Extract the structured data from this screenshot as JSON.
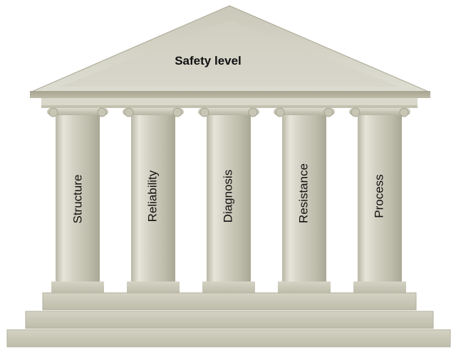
{
  "roof": {
    "title": "Safety level"
  },
  "pillars": [
    {
      "label": "Structure"
    },
    {
      "label": "Reliability"
    },
    {
      "label": "Diagnosis"
    },
    {
      "label": "Resistance"
    },
    {
      "label": "Process"
    }
  ]
}
